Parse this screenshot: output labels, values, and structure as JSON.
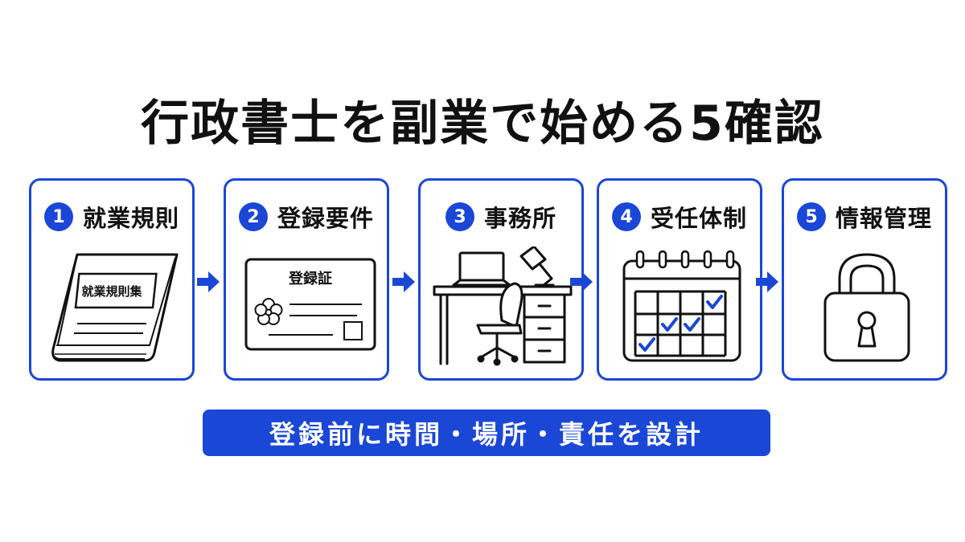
{
  "title": "行政書士を副業で始める5確認",
  "steps": [
    {
      "num": "1",
      "label": "就業規則",
      "icon": "rulebook-icon",
      "illustration_text": "就業規則集"
    },
    {
      "num": "2",
      "label": "登録要件",
      "icon": "registration-card-icon",
      "illustration_text": "登録証"
    },
    {
      "num": "3",
      "label": "事務所",
      "icon": "office-desk-icon"
    },
    {
      "num": "4",
      "label": "受任体制",
      "icon": "calendar-icon"
    },
    {
      "num": "5",
      "label": "情報管理",
      "icon": "padlock-icon"
    }
  ],
  "banner": "登録前に時間・場所・責任を設計",
  "colors": {
    "accent": "#1a47d6",
    "text": "#111111",
    "background": "#ffffff"
  }
}
